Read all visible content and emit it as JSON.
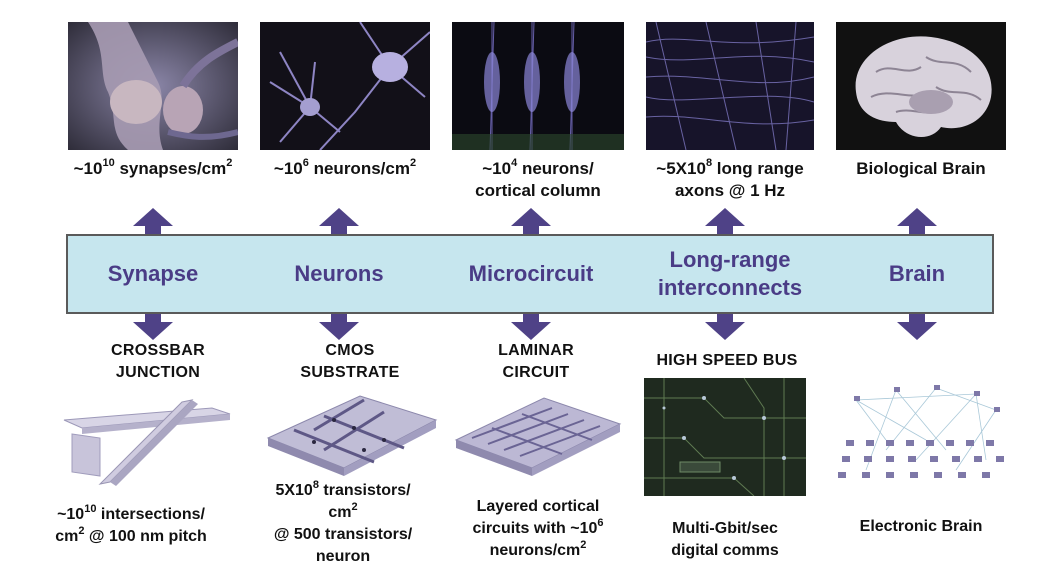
{
  "columns": [
    {
      "id": "synapse",
      "band_label": "Synapse",
      "bio_image_icon": "synapse-image",
      "bio_caption": [
        "~10",
        "10",
        " synapses/cm",
        "2"
      ],
      "tech_label": [
        "CROSSBAR",
        "JUNCTION"
      ],
      "tech_image_icon": "crossbar-image",
      "tech_caption": [
        [
          "~10",
          "10",
          " intersections/"
        ],
        [
          "cm",
          "2",
          " @ 100 nm pitch"
        ]
      ]
    },
    {
      "id": "neurons",
      "band_label": "Neurons",
      "bio_image_icon": "neuron-image",
      "bio_caption": [
        "~10",
        "6",
        " neurons/cm",
        "2"
      ],
      "tech_label": [
        "CMOS",
        "SUBSTRATE"
      ],
      "tech_image_icon": "cmos-substrate-image",
      "tech_caption": [
        [
          "5X10",
          "8",
          " transistors/"
        ],
        [
          "cm",
          "2",
          ""
        ],
        [
          "@ 500 transistors/",
          "",
          ""
        ],
        [
          "neuron",
          "",
          ""
        ]
      ]
    },
    {
      "id": "microcircuit",
      "band_label": "Microcircuit",
      "bio_image_icon": "cortical-column-image",
      "bio_caption_lines": [
        [
          "~10",
          "4",
          " neurons/"
        ],
        [
          "cortical column",
          "",
          ""
        ]
      ],
      "tech_label": [
        "LAMINAR",
        "CIRCUIT"
      ],
      "tech_image_icon": "laminar-circuit-image",
      "tech_caption": [
        [
          "Layered cortical",
          "",
          ""
        ],
        [
          "circuits with ~10",
          "6",
          ""
        ],
        [
          "neurons/cm",
          "2",
          ""
        ]
      ]
    },
    {
      "id": "long-range",
      "band_label": [
        "Long-range",
        "interconnects"
      ],
      "bio_image_icon": "axons-image",
      "bio_caption_lines": [
        [
          "~5X10",
          "8",
          " long range"
        ],
        [
          "axons @ 1 Hz",
          "",
          ""
        ]
      ],
      "tech_label": [
        "HIGH SPEED BUS"
      ],
      "tech_image_icon": "circuit-board-image",
      "tech_caption": [
        [
          "Multi-Gbit/sec",
          "",
          ""
        ],
        [
          "digital comms",
          "",
          ""
        ]
      ]
    },
    {
      "id": "brain",
      "band_label": "Brain",
      "bio_image_icon": "brain-image",
      "bio_caption_lines": [
        [
          "Biological Brain",
          "",
          ""
        ]
      ],
      "tech_image_icon": "electronic-brain-network-image",
      "tech_caption": [
        [
          "Electronic Brain",
          "",
          ""
        ]
      ]
    }
  ],
  "colors": {
    "band_fill": "#c6e6ee",
    "band_text": "#4a3c86",
    "arrow": "#4f4287"
  }
}
